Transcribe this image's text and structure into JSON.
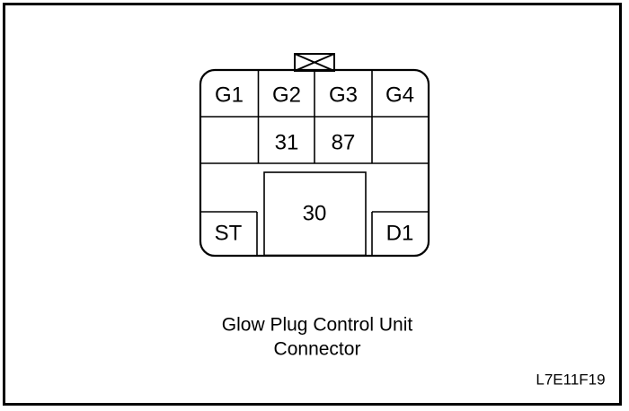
{
  "window": {
    "background_color": "#ffffff",
    "frame_color": "#000000"
  },
  "diagram": {
    "caption_line1": "Glow Plug Control Unit",
    "caption_line2": "Connector",
    "figure_code": "L7E11F19",
    "line_color": "#000000",
    "connector": {
      "top_row_pins": [
        "G1",
        "G2",
        "G3",
        "G4"
      ],
      "middle_row_pins": [
        "31",
        "87"
      ],
      "center_pin": "30",
      "bottom_left_pin": "ST",
      "bottom_right_pin": "D1",
      "keying_tab_icon": "crossed-box-icon"
    }
  }
}
